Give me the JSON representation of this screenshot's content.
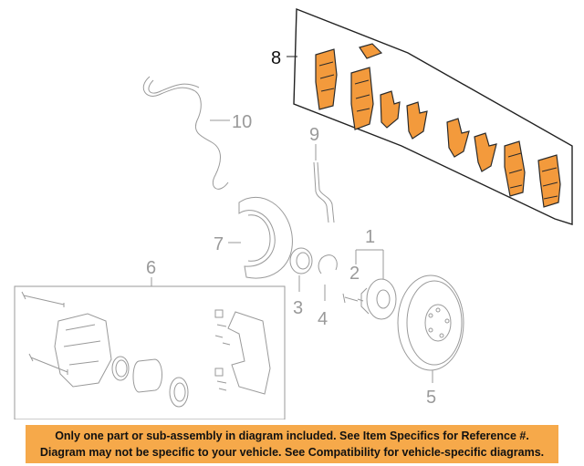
{
  "callouts": {
    "c1": "1",
    "c2": "2",
    "c3": "3",
    "c4": "4",
    "c5": "5",
    "c6": "6",
    "c7": "7",
    "c8": "8",
    "c9": "9",
    "c10": "10"
  },
  "colors": {
    "pad_fill": "#f39a3c",
    "banner_bg": "#f6a94a",
    "callout_gray": "#9a9a9a"
  },
  "disclaimer": {
    "line1": "Only one part or sub-assembly in diagram included. See Item Specifics for Reference #.",
    "line2": "Diagram may not be specific to your vehicle. See Compatibility for vehicle-specific diagrams."
  }
}
